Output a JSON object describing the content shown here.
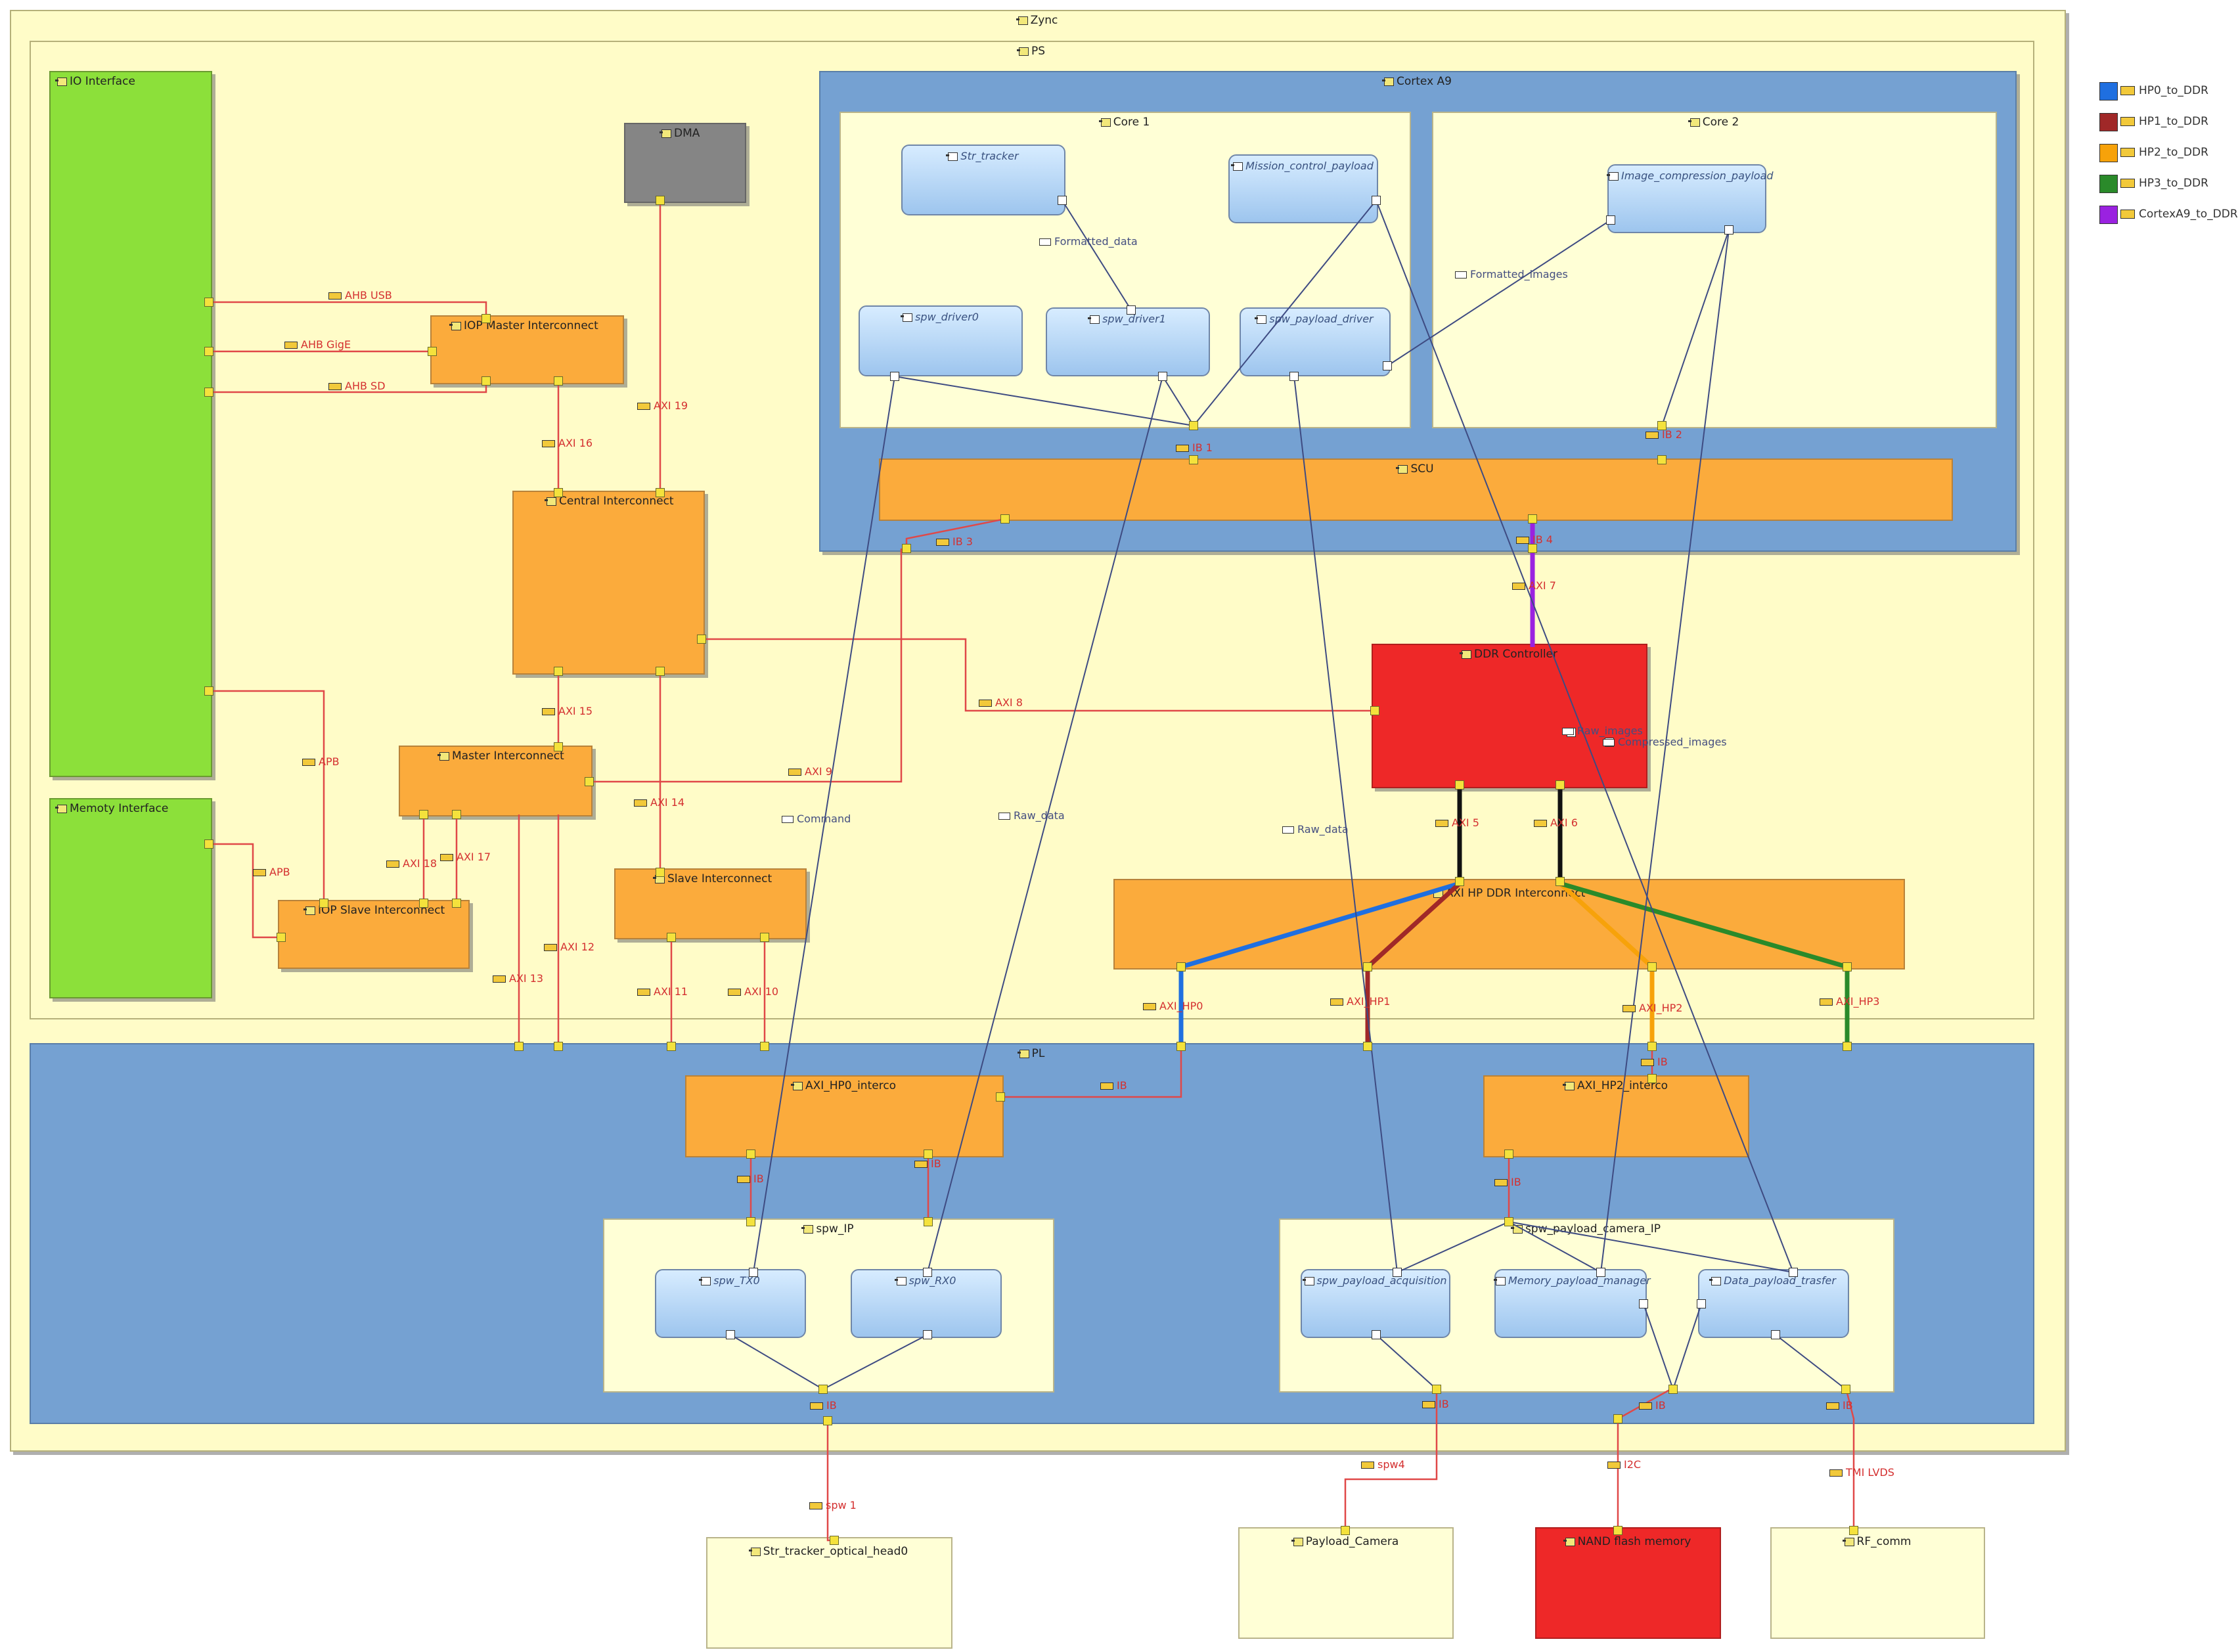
{
  "blocks": {
    "zync": "Zync",
    "ps": "PS",
    "pl": "PL",
    "io_interface": "IO Interface",
    "memory_interface": "Memoty Interface",
    "dma": "DMA",
    "iop_master": "IOP Master Interconnect",
    "central": "Central Interconnect",
    "master": "Master Interconnect",
    "iop_slave": "IOP Slave Interconnect",
    "slave": "Slave Interconnect",
    "cortex": "Cortex A9",
    "core1": "Core 1",
    "core2": "Core 2",
    "scu": "SCU",
    "ddr": "DDR Controller",
    "axi_hp_ddr": "AXI HP DDR Interconnect",
    "axi_hp0_interco": "AXI_HP0_interco",
    "axi_hp2_interco": "AXI_HP2_interco",
    "spw_ip": "spw_IP",
    "spw_payload_camera_ip": "spw_payload_camera_IP",
    "str_tracker_head": "Str_tracker_optical_head0",
    "payload_camera": "Payload_Camera",
    "nand": "NAND flash memory",
    "rf_comm": "RF_comm"
  },
  "components": {
    "str_tracker": "Str_tracker",
    "mission_control": "Mission_control_payload",
    "image_compression": "Image_compression_payload",
    "spw_driver0": "spw_driver0",
    "spw_driver1": "spw_driver1",
    "spw_payload_driver": "spw_payload_driver",
    "spw_tx0": "spw_TX0",
    "spw_rx0": "spw_RX0",
    "spw_payload_acquisition": "spw_payload_acquisition",
    "memory_payload_manager": "Memory_payload_manager",
    "data_payload_trasfer": "Data_payload_trasfer"
  },
  "connection_labels": {
    "ahb_usb": "AHB USB",
    "ahb_gige": "AHB GigE",
    "ahb_sd": "AHB SD",
    "axi16": "AXI 16",
    "axi19": "AXI 19",
    "axi15": "AXI 15",
    "apb1": "APB",
    "apb2": "APB",
    "axi18": "AXI 18",
    "axi17": "AXI 17",
    "axi13": "AXI 13",
    "axi12": "AXI 12",
    "axi14": "AXI 14",
    "axi11": "AXI 11",
    "axi10": "AXI 10",
    "axi9": "AXI 9",
    "axi8": "AXI 8",
    "ib1": "IB 1",
    "ib2": "IB 2",
    "ib3": "IB 3",
    "ib4": "IB 4",
    "axi7": "AXI 7",
    "axi5": "AXI 5",
    "axi6": "AXI 6",
    "axi_hp0": "AXI_HP0",
    "axi_hp1": "AXI_HP1",
    "axi_hp2": "AXI_HP2",
    "axi_hp3": "AXI_HP3",
    "ib_hp0": "IB",
    "ib_hp2": "IB",
    "ib_a": "IB",
    "ib_b": "IB",
    "ib_c": "IB",
    "ib_d": "IB",
    "ib_e": "IB",
    "ib_f": "IB",
    "ib_g": "IB",
    "spw1": "spw 1",
    "spw4": "spw4",
    "i2c": "I2C",
    "tmi": "TMI LVDS"
  },
  "signal_labels": {
    "formatted_data": "Formatted_data",
    "formatted_images": "Formatted_images",
    "command": "Command",
    "raw_data1": "Raw_data",
    "raw_data2": "Raw_data",
    "raw_images": "Raw_images",
    "compressed_images": "Compressed_images"
  },
  "legend": [
    {
      "label": "HP0_to_DDR",
      "color": "#1f6fe0"
    },
    {
      "label": "HP1_to_DDR",
      "color": "#a02828"
    },
    {
      "label": "HP2_to_DDR",
      "color": "#f7a20a"
    },
    {
      "label": "HP3_to_DDR",
      "color": "#2a8a2a"
    },
    {
      "label": "CortexA9_to_DDR",
      "color": "#9a22e0"
    }
  ]
}
